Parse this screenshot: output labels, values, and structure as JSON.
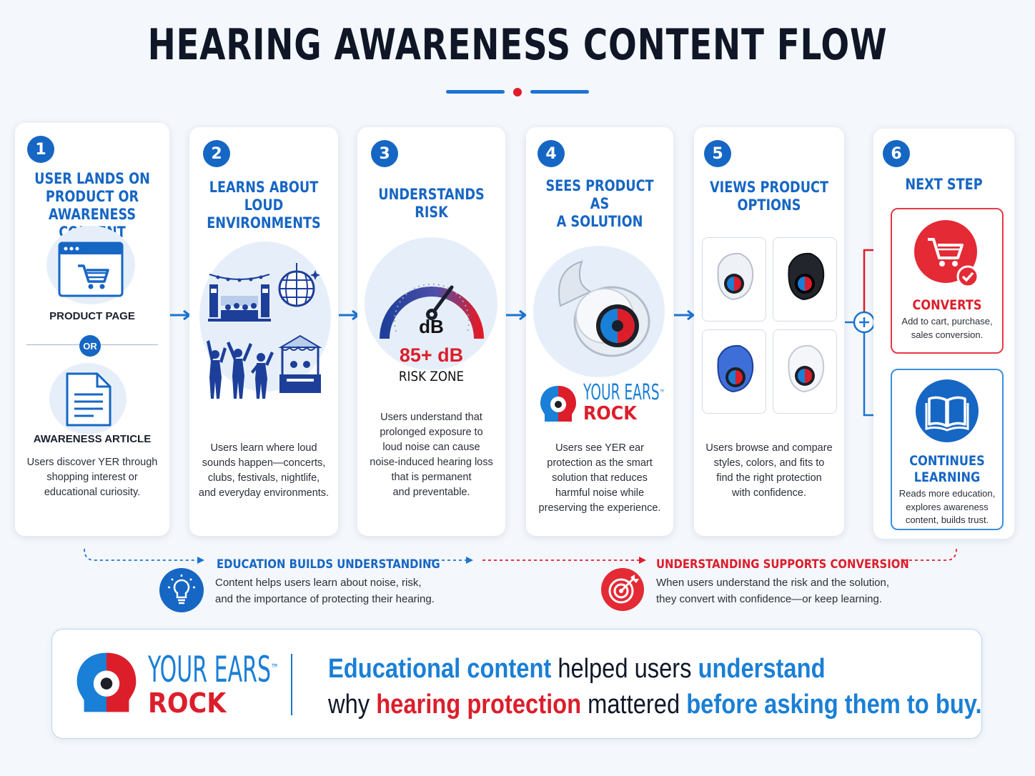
{
  "title": "HEARING AWARENESS CONTENT FLOW",
  "colors": {
    "primary_blue": "#1666c4",
    "accent_red": "#e01b2a",
    "bright_blue": "#1a7fd6"
  },
  "steps": [
    {
      "num": "1",
      "title_lines": [
        "USER LANDS ON",
        "PRODUCT OR",
        "AWARENESS CONTENT"
      ],
      "label_a": "PRODUCT PAGE",
      "or": "OR",
      "label_b": "AWARENESS ARTICLE",
      "desc_lines": [
        "Users discover YER through",
        "shopping interest or",
        "educational curiosity."
      ],
      "icons": [
        "browser-cart-icon",
        "document-icon"
      ]
    },
    {
      "num": "2",
      "title_lines": [
        "LEARNS ABOUT LOUD",
        "ENVIRONMENTS"
      ],
      "desc_lines": [
        "Users learn where loud",
        "sounds happen—concerts,",
        "clubs, festivals, nightlife,",
        "and everyday environments."
      ],
      "icons": [
        "concert-stage-icon",
        "disco-ball-icon",
        "dancing-crowd-icon",
        "festival-booth-icon"
      ]
    },
    {
      "num": "3",
      "title_lines": [
        "UNDERSTANDS RISK"
      ],
      "gauge_unit": "dB",
      "gauge_value": "85+ dB",
      "gauge_label": "RISK ZONE",
      "desc_lines": [
        "Users understand that",
        "prolonged exposure to",
        "loud noise can cause",
        "noise-induced hearing loss",
        "that is permanent",
        "and preventable."
      ],
      "icons": [
        "decibel-gauge-icon"
      ]
    },
    {
      "num": "4",
      "title_lines": [
        "SEES PRODUCT AS",
        "A SOLUTION"
      ],
      "brand_top": "YOUR EARS",
      "brand_tm": "™",
      "brand_bottom": "ROCK",
      "desc_lines": [
        "Users see YER ear",
        "protection as the smart",
        "solution that reduces",
        "harmful noise while",
        "preserving the experience."
      ],
      "icons": [
        "earplug-icon"
      ]
    },
    {
      "num": "5",
      "title_lines": [
        "VIEWS PRODUCT",
        "OPTIONS"
      ],
      "desc_lines": [
        "Users browse and compare",
        "styles, colors, and fits to",
        "find the right protection",
        "with confidence."
      ],
      "icons": [
        "earplug-clear-icon",
        "earplug-black-icon",
        "earplug-blue-icon",
        "earplug-white-icon"
      ]
    },
    {
      "num": "6",
      "title_lines": [
        "NEXT STEP"
      ]
    }
  ],
  "next_options": [
    {
      "title_lines": [
        "CONVERTS"
      ],
      "desc_lines": [
        "Add to cart, purchase,",
        "sales conversion."
      ],
      "icon": "cart-check-icon"
    },
    {
      "title_lines": [
        "CONTINUES",
        "LEARNING"
      ],
      "desc_lines": [
        "Reads more education,",
        "explores awareness",
        "content, builds trust."
      ],
      "icon": "open-book-icon"
    }
  ],
  "bottom": [
    {
      "heading": "EDUCATION BUILDS UNDERSTANDING",
      "lines": [
        "Content helps users learn about noise, risk,",
        "and the importance of protecting their hearing."
      ],
      "icon": "lightbulb-icon"
    },
    {
      "heading": "UNDERSTANDING SUPPORTS CONVERSION",
      "lines": [
        "When users understand the risk and the solution,",
        "they convert with confidence—or keep learning."
      ],
      "icon": "target-icon"
    }
  ],
  "summary": {
    "brand_top": "YOUR EARS",
    "brand_tm": "™",
    "brand_bottom": "ROCK",
    "line1": {
      "a": "Educational content",
      "b": " helped users ",
      "c": "understand"
    },
    "line2": {
      "a": "why ",
      "b": "hearing protection",
      "c": " mattered ",
      "d": "before asking them to buy."
    }
  }
}
